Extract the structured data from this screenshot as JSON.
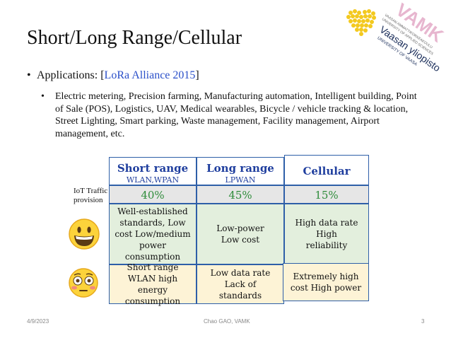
{
  "slide": {
    "title": "Short/Long Range/Cellular",
    "bullet_main_prefix": "Applications: [",
    "bullet_main_link": "LoRa Alliance 2015",
    "bullet_main_suffix": "]",
    "bullet_sub": "Electric metering, Precision farming, Manufacturing automation, Intelligent building, Point of Sale (POS), Logistics, UAV, Medical wearables, Bicycle / vehicle tracking & location, Street Lighting, Smart parking, Waste management, Facility management, Airport management, etc."
  },
  "table": {
    "row_label": "IoT Traffic provision",
    "columns": [
      {
        "header": "Short range",
        "sub": "WLAN,WPAN",
        "pct": "40%",
        "pros": "Well-established standards, Low cost Low/medium power consumption",
        "cons": "Short range WLAN high energy consumption"
      },
      {
        "header": "Long range",
        "sub": "LPWAN",
        "pct": "45%",
        "pros": "Low-power Low cost",
        "cons": "Low data rate Lack of standards"
      },
      {
        "header": "Cellular",
        "sub": "",
        "pct": "15%",
        "pros": "High data rate High reliability",
        "cons": "Extremely high cost High power"
      }
    ]
  },
  "logo": {
    "text_vamk": "VAMK",
    "text_vaasan": "Vaasan yliopisto",
    "text_university": "UNIVERSITY OF VAASA",
    "color_vamk": "#e7b6cf",
    "color_vaasan": "#1c2f5b"
  },
  "emoji": {
    "happy": "grinning-face-icon",
    "sad": "flushed-face-icon"
  },
  "footer": {
    "date": "4/9/2023",
    "author": "Chao GAO, VAMK",
    "page": "3"
  }
}
